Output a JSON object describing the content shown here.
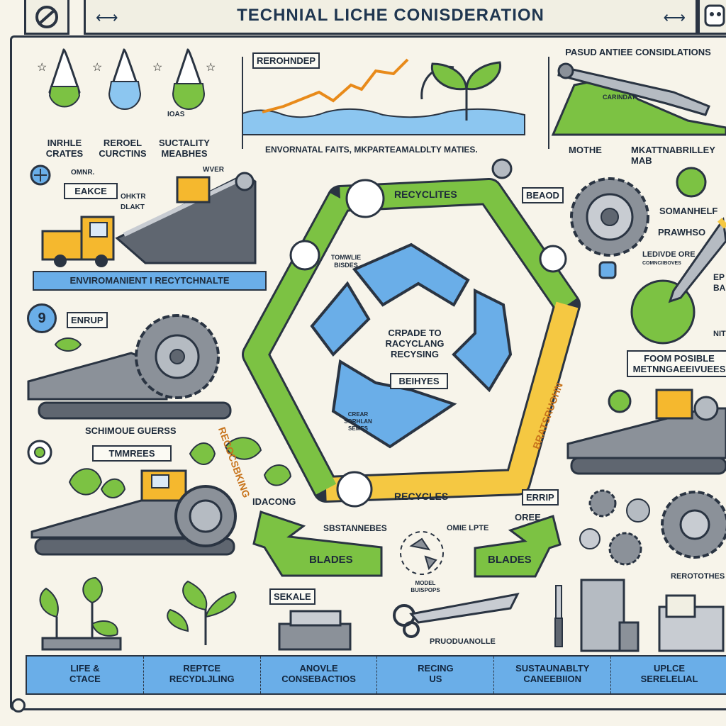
{
  "title": "TECHNIAL LICHE CONISDERATION",
  "top_left": {
    "drops": [
      {
        "label": "INRHLE\nCRATES",
        "text": ""
      },
      {
        "label": "REROEL\nCURCTINS",
        "text": ""
      },
      {
        "label": "SUCTALITY\nMEABHES",
        "text": "IOAS"
      }
    ]
  },
  "chart_panel": {
    "label": "REROHNDEP",
    "caption": "ENVORNATAL FAITS, MKPARTEAMALDLTY MATIES."
  },
  "right_top": {
    "label": "PASUD ANTIEE CONSIDLATIONS",
    "sub1": "MOTHE",
    "sub2": "MKATTNABRILLEY MAB",
    "tag1": "CARINDAT"
  },
  "truck_panel": {
    "box": "EAKCE",
    "tag1": "OMNR.",
    "tag2": "OHKTR\nDLAKT",
    "tag3": "WVER",
    "bar": "ENVIROMANIENT  I  RECYTCHNALTE"
  },
  "shredder_panel": {
    "num": "9",
    "box": "ENRUP"
  },
  "tracked_panel": {
    "label": "SCHIMOUE GUERSS",
    "box": "TMMREES",
    "sub": "IDACONG"
  },
  "center": {
    "top_label": "RECYCLITES",
    "bottom_label": "RECYCLES",
    "left_label": "RECOCSBKING",
    "right_label": "BRATSRUOHN",
    "center_text": "CRPADE TO\nRACYCLANG\nRECYSING",
    "center_box": "BEIHYES",
    "small_text": "CREAR\nSORHLAN\nSEMES",
    "blades_left": "BLADES",
    "blades_right": "BLADES",
    "left_small": "TOMWLIE\nBISDES",
    "sust": "SBSTANNEBES",
    "bottom_mid": "OMIE LPTE",
    "bottom_mid2": "MODEL\nBUISPOPS"
  },
  "right_mid": {
    "box": "BEAOD",
    "label1": "SOMANHELF",
    "label2": "PRAWHSO",
    "label3": "LEDIVDE ORE",
    "label3b": "COMNCIIBOVES",
    "label4": "EP\nBAPN",
    "label5": "NITEIN",
    "box2": "FOOM POSIBLE\nMETNNGAEEIVUEES"
  },
  "right_bottom": {
    "box": "ERRIP",
    "label": "OREE",
    "label2": "REROTOTHES"
  },
  "bottom_row": {
    "sekale": "SEKALE",
    "caption": "PRUODUANOLLE"
  },
  "bottom_bar": [
    "LIFE &\nCTACE",
    "REPTCE\nRECYDLJLING",
    "ANOVLE\nCONSEBACTIOS",
    "RECING\nUS",
    "SUSTAUNABLTY\nCANEEBIION",
    "UPLCE\nSERELELIAL"
  ],
  "colors": {
    "leaf": "#7cc243",
    "blue": "#6aaee8",
    "yellow": "#f5c842",
    "gear": "#8b9199",
    "ink": "#2a3442"
  }
}
